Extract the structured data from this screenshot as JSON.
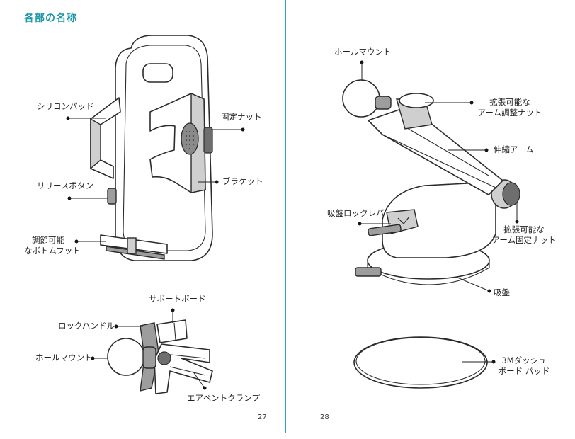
{
  "left_page": {
    "title": "各部の名称",
    "page_number": "27",
    "labels": {
      "silicone_pad": "シリコンパッド",
      "fixing_nut": "固定ナット",
      "release_button": "リリースボタン",
      "bracket": "ブラケット",
      "bottom_foot_line1": "調節可能",
      "bottom_foot_line2": "なボトムフット",
      "support_board": "サポートボード",
      "lock_handle": "ロックハンドル",
      "ball_mount": "ホールマウント",
      "air_vent_clamp": "エアベントクランプ"
    }
  },
  "right_page": {
    "page_number": "28",
    "labels": {
      "ball_mount": "ホールマウント",
      "ext_arm_nut_line1": "拡張可能な",
      "ext_arm_nut_line2": "アーム調整ナット",
      "telescopic_arm": "伸縮アーム",
      "suction_lock_lever": "吸盤ロックレバ",
      "ext_arm_fix_nut_line1": "拡張可能な",
      "ext_arm_fix_nut_line2": "アーム固定ナット",
      "suction_cup": "吸盤",
      "dash_pad_line1": "3Mダッシュ",
      "dash_pad_line2": "ボード パッド"
    }
  }
}
